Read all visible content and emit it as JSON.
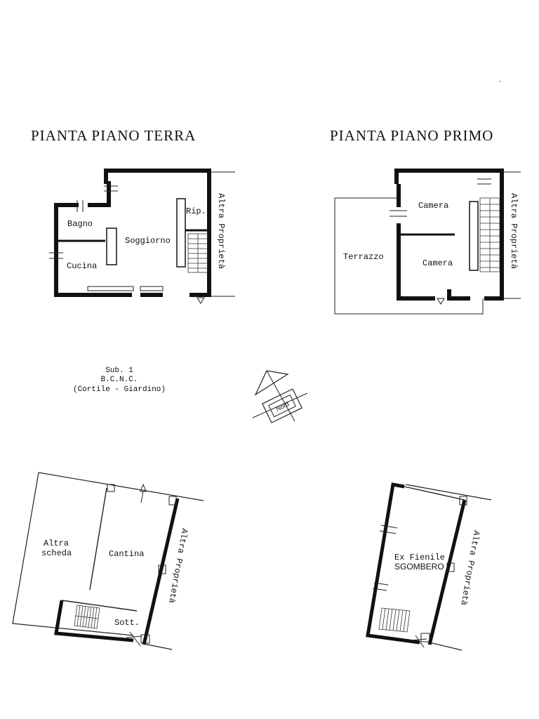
{
  "titles": {
    "ground_floor": "PIANTA PIANO TERRA",
    "first_floor": "PIANTA PIANO PRIMO"
  },
  "ground_floor": {
    "rooms": {
      "bagno": "Bagno",
      "soggiorno": "Soggiorno",
      "cucina": "Cucina",
      "ripostiglio": "Rip."
    },
    "neighbor": "Altra Proprietà"
  },
  "first_floor": {
    "rooms": {
      "camera_top": "Camera",
      "camera_bottom": "Camera",
      "terrazzo": "Terrazzo"
    },
    "neighbor": "Altra Proprietà"
  },
  "courtyard": {
    "line1": "Sub. 1",
    "line2": "B.C.N.C.",
    "line3": "(Cortile - Giardino)"
  },
  "north": {
    "label": "Nord"
  },
  "cellar_block": {
    "rooms": {
      "altra": "Altra",
      "scheda": "scheda",
      "cantina": "Cantina",
      "sottoscala": "Sott."
    },
    "neighbor": "Altra Proprietà"
  },
  "barn_block": {
    "rooms": {
      "line1": "Ex Fienile",
      "line2": "SGOMBERO"
    },
    "neighbor": "Altra Proprietà"
  }
}
